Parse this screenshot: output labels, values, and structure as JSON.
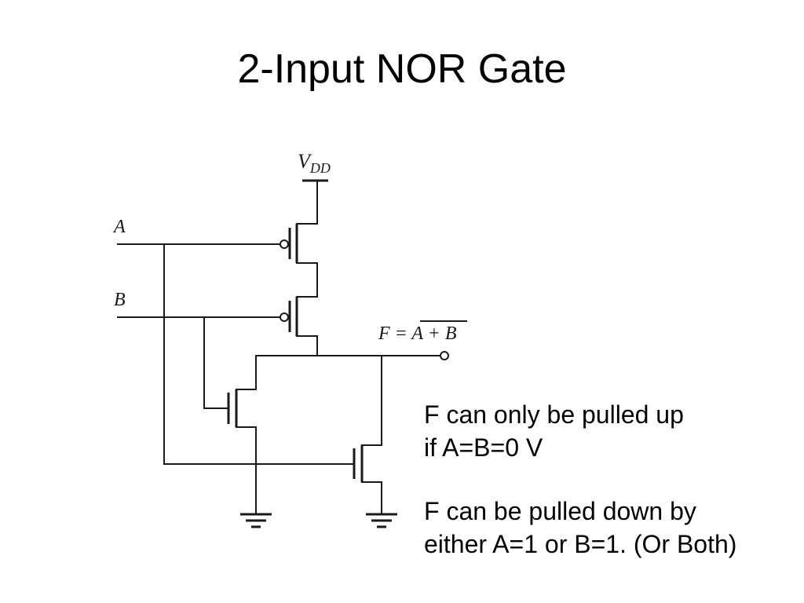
{
  "slide": {
    "title": "2-Input NOR Gate"
  },
  "diagram": {
    "labels": {
      "vdd_main": "V",
      "vdd_sub": "DD",
      "input_a": "A",
      "input_b": "B",
      "output_lhs": "F = ",
      "output_rhs": "A + B"
    },
    "components": [
      "pmos-transistor-a",
      "pmos-transistor-b",
      "nmos-transistor-b",
      "nmos-transistor-a",
      "ground-left",
      "ground-right"
    ]
  },
  "notes": {
    "line1": "F can only be pulled up",
    "line2": "if A=B=0 V",
    "line3": "F can be pulled down by",
    "line4": "either A=1 or B=1. (Or Both)"
  }
}
